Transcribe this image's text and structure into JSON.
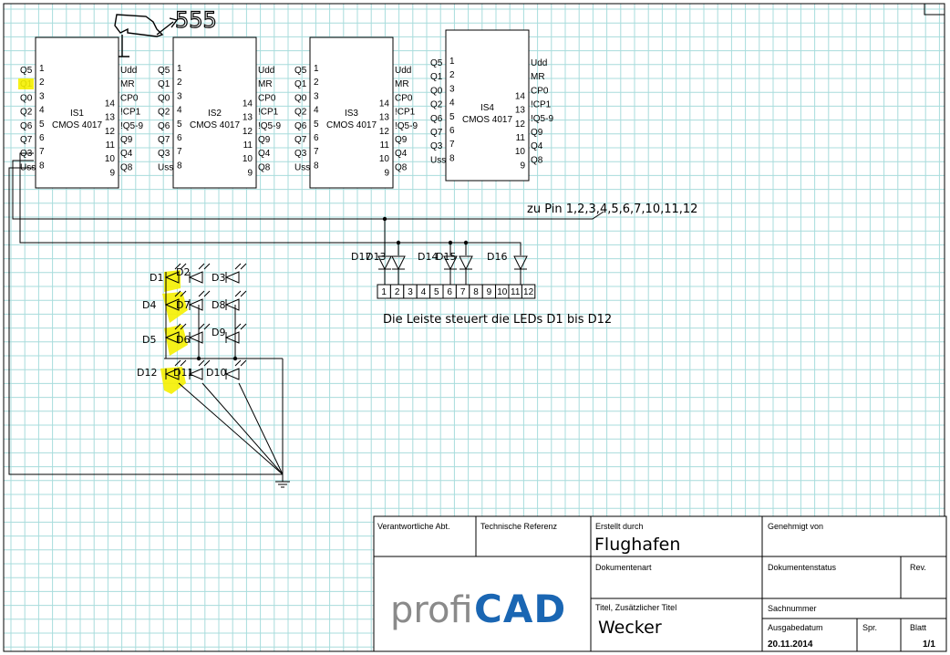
{
  "handwritten_note": "555",
  "ics": [
    {
      "name": "IS1",
      "type": "CMOS 4017",
      "left_labels": [
        "Q5",
        "Q1",
        "Q0",
        "Q2",
        "Q6",
        "Q7",
        "Q3",
        "Uss"
      ],
      "left_pins": [
        "1",
        "2",
        "3",
        "4",
        "5",
        "6",
        "7",
        "8"
      ],
      "right_labels": [
        "Udd",
        "MR",
        "CP0",
        "!CP1",
        "!Q5-9",
        "Q9",
        "Q4",
        "Q8"
      ],
      "right_pins": [
        "",
        "",
        "14",
        "13",
        "12",
        "11",
        "10",
        "9"
      ]
    },
    {
      "name": "IS2",
      "type": "CMOS 4017",
      "left_labels": [
        "Q5",
        "Q1",
        "Q0",
        "Q2",
        "Q6",
        "Q7",
        "Q3",
        "Uss"
      ],
      "left_pins": [
        "1",
        "2",
        "3",
        "4",
        "5",
        "6",
        "7",
        "8"
      ],
      "right_labels": [
        "Udd",
        "MR",
        "CP0",
        "!CP1",
        "!Q5-9",
        "Q9",
        "Q4",
        "Q8"
      ],
      "right_pins": [
        "",
        "",
        "14",
        "13",
        "12",
        "11",
        "10",
        "9"
      ]
    },
    {
      "name": "IS3",
      "type": "CMOS 4017",
      "left_labels": [
        "Q5",
        "Q1",
        "Q0",
        "Q2",
        "Q6",
        "Q7",
        "Q3",
        "Uss"
      ],
      "left_pins": [
        "1",
        "2",
        "3",
        "4",
        "5",
        "6",
        "7",
        "8"
      ],
      "right_labels": [
        "Udd",
        "MR",
        "CP0",
        "!CP1",
        "!Q5-9",
        "Q9",
        "Q4",
        "Q8"
      ],
      "right_pins": [
        "",
        "",
        "14",
        "13",
        "12",
        "11",
        "10",
        "9"
      ]
    },
    {
      "name": "IS4",
      "type": "CMOS 4017",
      "left_labels": [
        "Q5",
        "Q1",
        "Q0",
        "Q2",
        "Q6",
        "Q7",
        "Q3",
        "Uss"
      ],
      "left_pins": [
        "1",
        "2",
        "3",
        "4",
        "5",
        "6",
        "7",
        "8"
      ],
      "right_labels": [
        "Udd",
        "MR",
        "CP0",
        "!CP1",
        "!Q5-9",
        "Q9",
        "Q4",
        "Q8"
      ],
      "right_pins": [
        "",
        "",
        "14",
        "13",
        "12",
        "11",
        "10",
        "9"
      ]
    }
  ],
  "annotation_pins": "zu Pin 1,2,3,4,5,6,7,10,11,12",
  "connector_diode_labels": [
    "D17",
    "D13",
    "D14",
    "D15",
    "D16"
  ],
  "connector_pins": [
    "1",
    "2",
    "3",
    "4",
    "5",
    "6",
    "7",
    "8",
    "9",
    "10",
    "11",
    "12"
  ],
  "connector_note": "Die Leiste steuert die LEDs D1 bis D12",
  "led_labels": {
    "D1": "D1",
    "D2": "D2",
    "D3": "D3",
    "D4": "D4",
    "D7": "D7",
    "D8": "D8",
    "D5": "D5",
    "D6": "D6",
    "D9": "D9",
    "D12": "D12",
    "D11": "D11",
    "D10": "D10"
  },
  "title_block": {
    "dept_label": "Verantwortliche Abt.",
    "tech_ref_label": "Technische Referenz",
    "created_by_label": "Erstellt durch",
    "created_by_value": "Flughafen",
    "approved_by_label": "Genehmigt von",
    "doc_type_label": "Dokumentenart",
    "doc_status_label": "Dokumentenstatus",
    "rev_label": "Rev.",
    "title_label": "Titel, Zusätzlicher Titel",
    "title_value": "Wecker",
    "part_no_label": "Sachnummer",
    "issue_date_label": "Ausgabedatum",
    "issue_date_value": "20.11.2014",
    "lang_label": "Spr.",
    "sheet_label": "Blatt",
    "sheet_value": "1/1",
    "logo_part1": "profi",
    "logo_part2": "CAD"
  },
  "colors": {
    "grid": "#a8dcdc",
    "highlight": "#f5f000",
    "logo_gray": "#8a8a8a",
    "logo_blue": "#1a66b3"
  }
}
